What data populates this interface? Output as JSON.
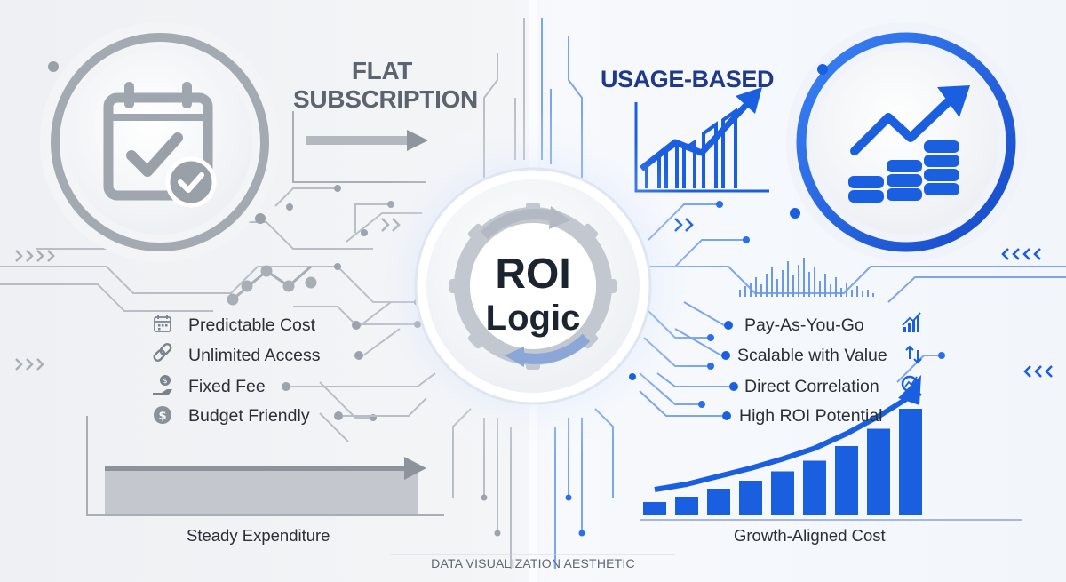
{
  "left": {
    "title": "FLAT\nSUBSCRIPTION",
    "features": [
      {
        "icon": "calendar-grid-icon",
        "label": "Predictable Cost"
      },
      {
        "icon": "link-icon",
        "label": "Unlimited Access"
      },
      {
        "icon": "hand-coin-icon",
        "label": "Fixed Fee"
      },
      {
        "icon": "dollar-coin-icon",
        "label": "Budget Friendly"
      }
    ],
    "caption": "Steady Expenditure"
  },
  "right": {
    "title": "USAGE-BASED",
    "features": [
      {
        "icon": "chart-up-icon",
        "label": "Pay-As-You-Go"
      },
      {
        "icon": "up-down-arrows-icon",
        "label": "Scalable with Value"
      },
      {
        "icon": "magnify-chart-icon",
        "label": "Direct Correlation"
      },
      {
        "icon": "",
        "label": "High ROI Potential"
      }
    ],
    "caption": "Growth-Aligned Cost"
  },
  "center": {
    "title": "ROI",
    "subtitle": "Logic"
  },
  "footer": "DATA VISUALIZATION AESTHETIC",
  "colors": {
    "accent": "#1a5fe0",
    "gray": "#9aa0a8",
    "dark": "#1c2430"
  },
  "growth_bars": [
    1,
    1.4,
    2,
    2.6,
    3.3,
    4.1,
    5.2,
    6.5,
    8.0
  ]
}
